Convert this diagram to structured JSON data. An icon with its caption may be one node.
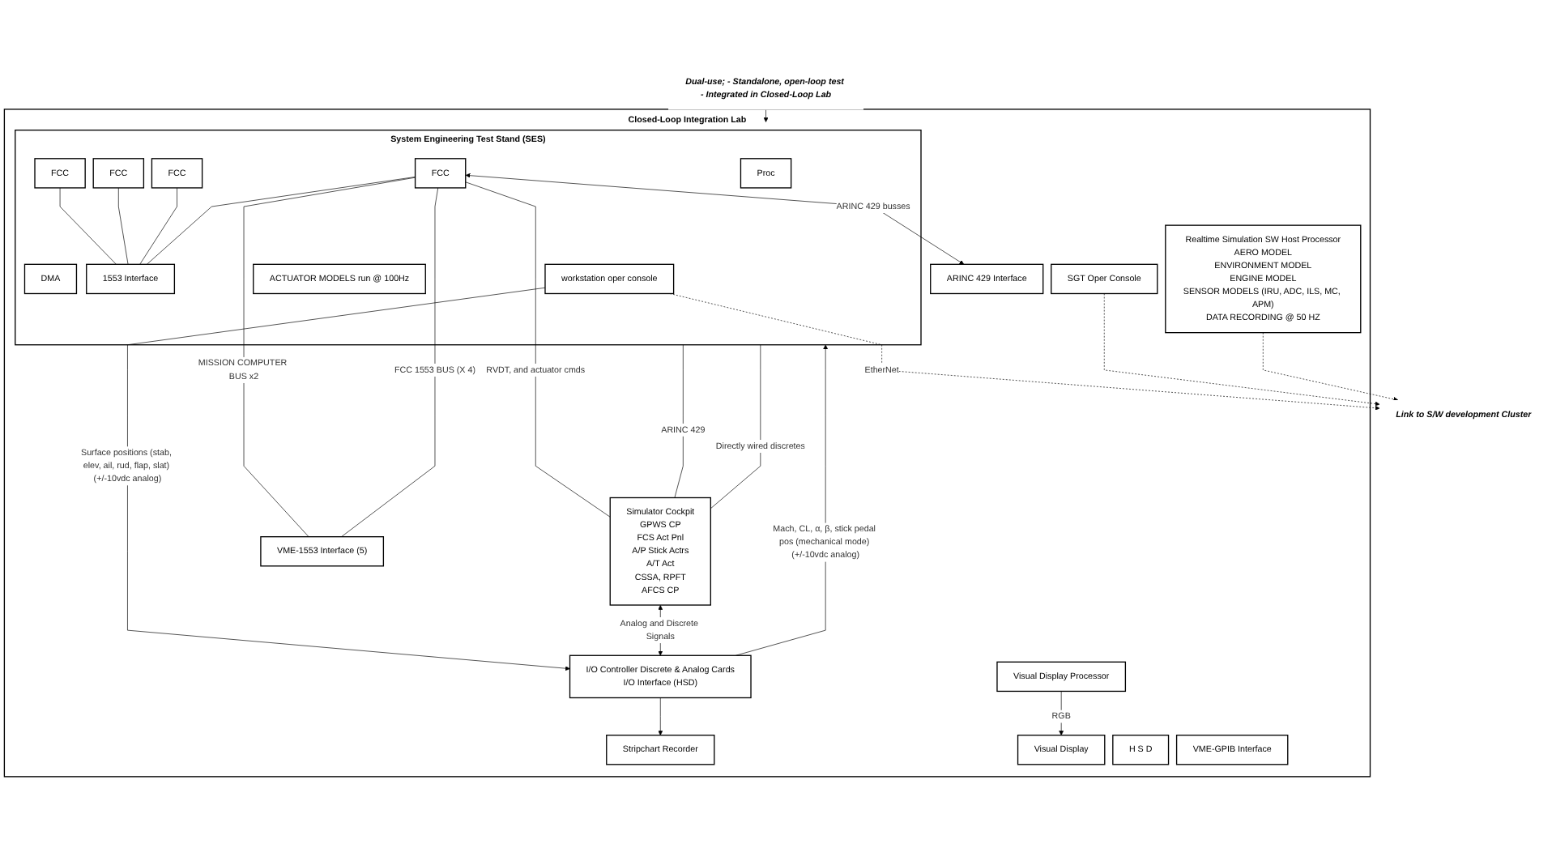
{
  "diagram": {
    "nodes": [
      {
        "text": [
          "Closed-Loop Integration Lab"
        ]
      },
      {
        "text": [
          "System Engineering Test Stand (SES)"
        ],
        "in": 0
      },
      {
        "text": [
          "Proc"
        ],
        "in": 1
      },
      {
        "text": [
          "DMA"
        ],
        "in": 1
      },
      {
        "text": [
          "FCC"
        ],
        "in": 1
      },
      {
        "text": [
          "FCC"
        ],
        "in": 1
      },
      {
        "text": [
          "FCC"
        ],
        "in": 1
      },
      {
        "text": [
          "FCC"
        ],
        "in": 1
      },
      {
        "text": [
          "1553 Interface"
        ],
        "in": 1
      },
      {
        "text": [
          "workstation oper console"
        ],
        "in": 1
      },
      {
        "text": [
          "ACTUATOR MODELS run @ 100Hz"
        ],
        "in": 1
      },
      {
        "text": [
          "SGT Oper Console"
        ],
        "in": 0
      },
      {
        "text": [
          "I/O Controller Discrete & Analog Cards",
          "I/O Interface (HSD)"
        ],
        "in": 0
      },
      {
        "text": [
          "Stripchart Recorder"
        ],
        "in": 0
      },
      {
        "text": [
          "Visual Display"
        ],
        "in": 0
      },
      {
        "text": [
          "Visual Display Processor"
        ],
        "in": 0
      },
      {
        "text": [
          "H S D"
        ],
        "in": 0
      },
      {
        "text": [
          "Realtime Simulation SW Host Processor",
          "AERO MODEL",
          "ENVIRONMENT MODEL",
          "ENGINE MODEL",
          "SENSOR MODELS (IRU, ADC, ILS, MC, APM)",
          "DATA RECORDING @ 50 HZ"
        ],
        "in": 0
      },
      {
        "text": [
          "Simulator Cockpit",
          "GPWS CP",
          "FCS Act Pnl",
          "A/P Stick Actrs",
          "A/T Act",
          "CSSA, RPFT",
          "AFCS CP"
        ],
        "in": 0
      },
      {
        "text": [
          "VME-1553 Interface (5)"
        ],
        "in": 0
      },
      {
        "text": [
          "VME-GPIB Interface"
        ],
        "in": 0
      },
      {
        "text": [
          "ARINC 429 Interface"
        ],
        "in": 0
      },
      {
        "text": [
          "Link to S/W development Cluster"
        ]
      },
      {
        "text": [
          "Dual-use; - Standalone, open-loop test - Integrated in Closed-Loop Lab"
        ]
      }
    ],
    "edges": [
      {
        "from": 9,
        "to": 22,
        "arrow": "to",
        "label": "EtherNet",
        "style": "dashed"
      },
      {
        "from": 11,
        "to": 22,
        "arrow": "to",
        "style": "dashed"
      },
      {
        "from": 17,
        "to": 22,
        "arrow": "to",
        "style": "dashed"
      },
      {
        "from": 12,
        "to": 1,
        "arrow": "to",
        "label": "Mach, CL, α, β, stick pedal pos (mechanical mode) (+/-10vdc analog)"
      },
      {
        "from": 9,
        "to": 12,
        "arrow": "to",
        "label": "Surface positions (stab, elev, ail, rud, flap, slat) (+/-10vdc analog)"
      },
      {
        "from": 12,
        "to": 13,
        "arrow": "to"
      },
      {
        "from": 18,
        "to": 12,
        "arrow": "both",
        "label": "Analog and Discrete Signals"
      },
      {
        "from": 15,
        "to": 14,
        "arrow": "to",
        "label": "RGB"
      },
      {
        "from": 1,
        "to": 18,
        "arrow": "none",
        "label": "ARINC 429"
      },
      {
        "from": 1,
        "to": 18,
        "arrow": "none",
        "label": "Directly wired discretes"
      },
      {
        "from": 7,
        "to": 18,
        "arrow": "none",
        "label": "RVDT, and actuator cmds"
      },
      {
        "from": 7,
        "to": 19,
        "arrow": "none",
        "label": "MISSION COMPUTER BUS x2"
      },
      {
        "from": 7,
        "to": 19,
        "arrow": "none",
        "label": "FCC 1553 BUS (X 4)"
      },
      {
        "from": 7,
        "to": 21,
        "arrow": "both",
        "label": "ARINC 429 busses"
      },
      {
        "from": 23,
        "to": 1,
        "arrow": "to"
      },
      {
        "from": 4,
        "to": 8,
        "arrow": "none"
      },
      {
        "from": 5,
        "to": 8,
        "arrow": "none"
      },
      {
        "from": 6,
        "to": 8,
        "arrow": "none"
      },
      {
        "from": 7,
        "to": 8,
        "arrow": "none"
      }
    ]
  }
}
